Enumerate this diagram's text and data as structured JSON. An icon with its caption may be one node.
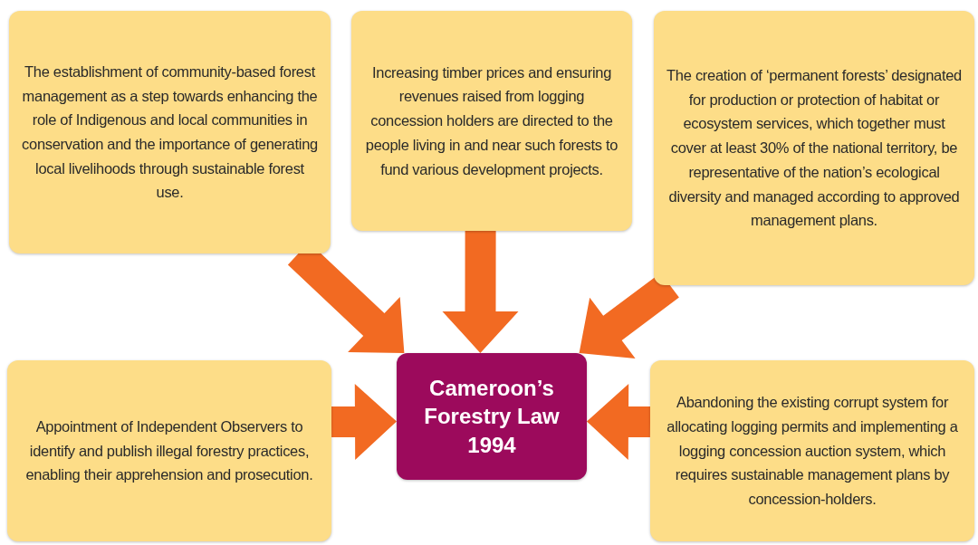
{
  "diagram": {
    "nodes": [
      {
        "text": [
          "The establishment of community-based forest management as a step towards enhancing the role of Indigenous and local communities in conservation and the importance of generating local livelihoods through sustainable forest use."
        ]
      },
      {
        "text": [
          "Increasing timber prices and ensuring revenues raised from logging concession holders are directed to the people living in and near such forests to fund various development projects."
        ]
      },
      {
        "text": [
          "The creation of ‘permanent forests’ designated for production or protection of habitat or ecosystem services, which together must cover at least 30% of the national territory, be representative of the nation’s ecological diversity and managed according to approved management plans."
        ]
      },
      {
        "text": [
          "Appointment of Independent Observers to identify and publish illegal forestry practices, enabling their apprehension and prosecution."
        ]
      },
      {
        "text": [
          "Cameroon’s Forestry Law 1994"
        ]
      },
      {
        "text": [
          "Abandoning the existing corrupt system for allocating logging permits and implementing a logging concession auction system, which requires sustainable management plans by concession-holders."
        ]
      }
    ],
    "edges": [
      {
        "from": 0,
        "to": 4,
        "arrow": "to",
        "style": "thick"
      },
      {
        "from": 1,
        "to": 4,
        "arrow": "to",
        "style": "thick"
      },
      {
        "from": 2,
        "to": 4,
        "arrow": "to",
        "style": "thick"
      },
      {
        "from": 3,
        "to": 4,
        "arrow": "to",
        "style": "thick"
      },
      {
        "from": 5,
        "to": 4,
        "arrow": "to",
        "style": "thick"
      }
    ]
  }
}
